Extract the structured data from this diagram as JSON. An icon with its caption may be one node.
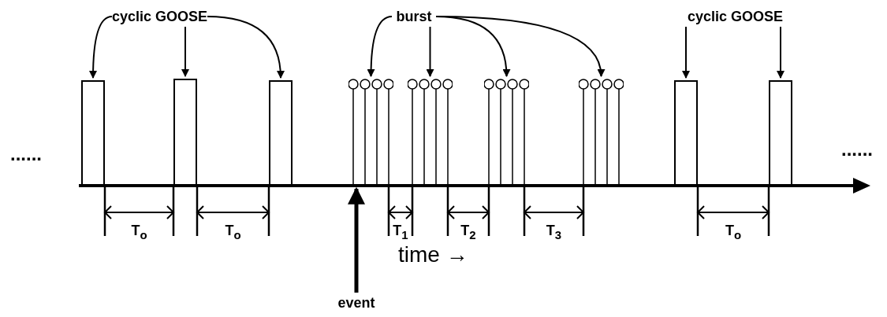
{
  "diagram": {
    "nodes": [
      {
        "text": [
          "cyclic GOOSE"
        ]
      },
      {
        "text": [
          "burst"
        ]
      },
      {
        "text": [
          "cyclic GOOSE"
        ]
      },
      {
        "text": [],
        "shape": "bar"
      },
      {
        "text": [],
        "shape": "bar"
      },
      {
        "text": [],
        "shape": "bar"
      },
      {
        "text": [],
        "shape": "circle"
      },
      {
        "text": [],
        "shape": "circle"
      },
      {
        "text": [],
        "shape": "circle"
      },
      {
        "text": [],
        "shape": "circle"
      },
      {
        "text": [],
        "shape": "bar"
      },
      {
        "text": [],
        "shape": "bar"
      },
      {
        "text": [
          "event"
        ]
      }
    ],
    "edges": [
      {
        "from": 0,
        "to": 3,
        "arrow": "to"
      },
      {
        "from": 0,
        "to": 4,
        "arrow": "to"
      },
      {
        "from": 0,
        "to": 5,
        "arrow": "to"
      },
      {
        "from": 1,
        "to": 6,
        "arrow": "to"
      },
      {
        "from": 1,
        "to": 7,
        "arrow": "to"
      },
      {
        "from": 1,
        "to": 8,
        "arrow": "to"
      },
      {
        "from": 1,
        "to": 9,
        "arrow": "to"
      },
      {
        "from": 2,
        "to": 10,
        "arrow": "to"
      },
      {
        "from": 2,
        "to": 11,
        "arrow": "to"
      },
      {
        "from": 12,
        "to": 6,
        "arrow": "to",
        "style": "thick"
      }
    ],
    "labels": [
      "......",
      "......",
      "T$_{o}$",
      "T$_{o}$",
      "T$_{1}$",
      "T$_{2}$",
      "T$_{3}$",
      "T$_{o}$",
      "time →"
    ]
  }
}
